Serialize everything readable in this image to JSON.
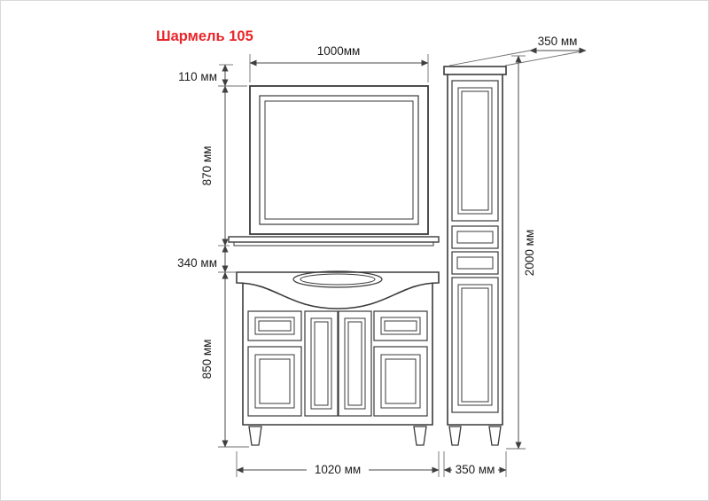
{
  "title": {
    "text": "Шармель 105",
    "color": "#e8262a"
  },
  "colors": {
    "accent_red": "#e8262a",
    "line": "#3a3a3a"
  },
  "dimensions": {
    "mirror_width": "1000мм",
    "mirror_top_offset": "110 мм",
    "mirror_height": "870 мм",
    "mirror_to_cabinet_gap": "340 мм",
    "vanity_height": "850 мм",
    "vanity_width": "1020 мм",
    "tower_depth": "350 мм",
    "tower_width": "350 мм",
    "total_height": "2000 мм"
  }
}
